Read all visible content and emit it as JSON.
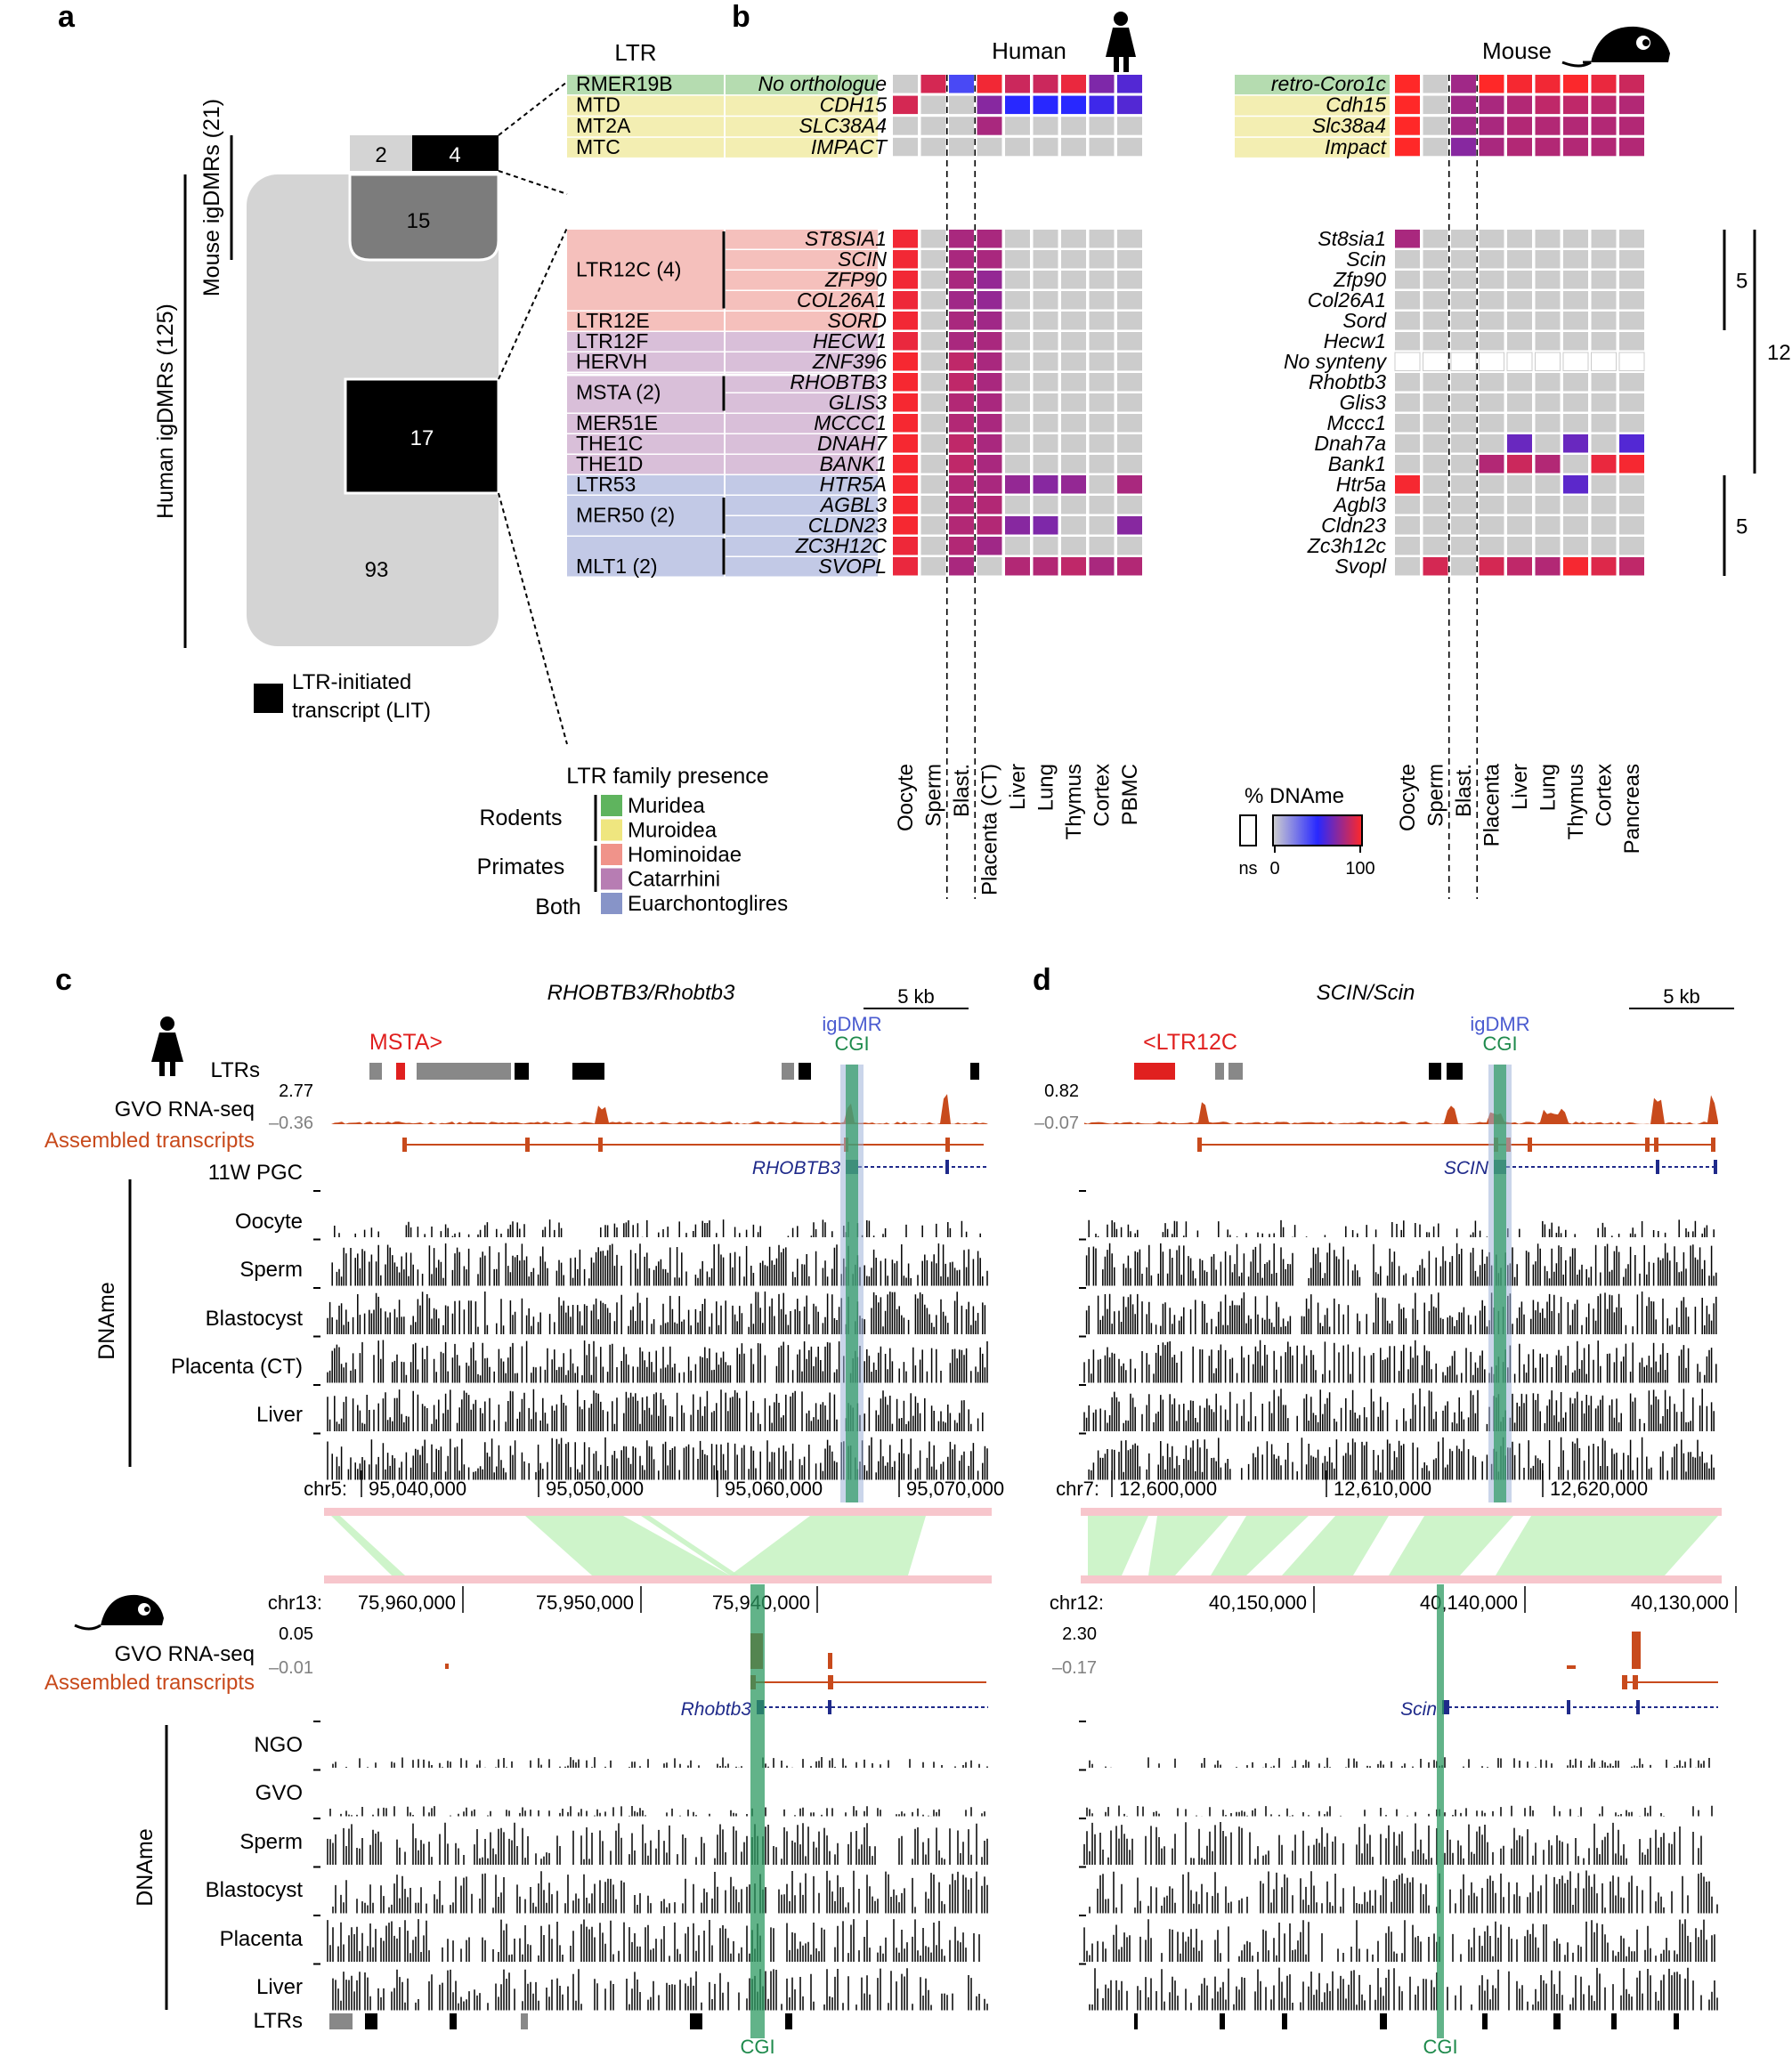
{
  "panel_labels": {
    "a": "a",
    "b": "b",
    "c": "c",
    "d": "d"
  },
  "panel_a": {
    "human_label": "Human igDMRs (125)",
    "mouse_label": "Mouse igDMRs (21)",
    "counts": {
      "mouse_grey": "2",
      "mouse_lit": "4",
      "shared": "15",
      "shared_lit": "17",
      "human_only": "93"
    },
    "legend_text_1": "LTR-initiated",
    "legend_text_2": "transcript (LIT)"
  },
  "panel_b": {
    "ltr_header": "LTR",
    "human_header": "Human",
    "mouse_header": "Mouse",
    "top_ltrs": [
      "RMER19B",
      "MTD",
      "MT2A",
      "MTC"
    ],
    "top_ltr_colors": [
      "#b5dcb0",
      "#f3eeb2",
      "#f3eeb2",
      "#f3eeb2"
    ],
    "human_top_genes": [
      "No orthologue",
      "CDH15",
      "SLC38A4",
      "IMPACT"
    ],
    "mouse_top_genes": [
      "retro-Coro1c",
      "Cdh15",
      "Slc38a4",
      "Impact"
    ],
    "bottom_ltr_groups": [
      {
        "lines": [
          "LTR12C (4)"
        ],
        "rows": [
          0,
          3
        ],
        "color": "#f5c0bc",
        "text_row": 1.5
      },
      {
        "lines": [
          "LTR12E"
        ],
        "rows": [
          4,
          4
        ],
        "color": "#f5c0bc",
        "text_row": 4
      },
      {
        "lines": [
          "LTR12F"
        ],
        "rows": [
          5,
          5
        ],
        "color": "#d9bfd9",
        "text_row": 5
      },
      {
        "lines": [
          "HERVH"
        ],
        "rows": [
          6,
          6
        ],
        "color": "#d9bfd9",
        "text_row": 6
      },
      {
        "lines": [
          "MSTA (2)"
        ],
        "rows": [
          7,
          8
        ],
        "color": "#d9bfd9",
        "text_row": 7.5
      },
      {
        "lines": [
          "MER51E"
        ],
        "rows": [
          9,
          9
        ],
        "color": "#d9bfd9",
        "text_row": 9
      },
      {
        "lines": [
          "THE1C"
        ],
        "rows": [
          10,
          10
        ],
        "color": "#d9bfd9",
        "text_row": 10
      },
      {
        "lines": [
          "THE1D"
        ],
        "rows": [
          11,
          11
        ],
        "color": "#d9bfd9",
        "text_row": 11
      },
      {
        "lines": [
          "LTR53"
        ],
        "rows": [
          12,
          12
        ],
        "color": "#c2c9e6",
        "text_row": 12
      },
      {
        "lines": [
          "MER50 (2)"
        ],
        "rows": [
          13,
          14
        ],
        "color": "#c2c9e6",
        "text_row": 13.5
      },
      {
        "lines": [
          "MLT1 (2)"
        ],
        "rows": [
          15,
          16
        ],
        "color": "#c2c9e6",
        "text_row": 16
      }
    ],
    "human_bottom_genes": [
      "ST8SIA1",
      "SCIN",
      "ZFP90",
      "COL26A1",
      "SORD",
      "HECW1",
      "ZNF396",
      "RHOBTB3",
      "GLIS3",
      "MCCC1",
      "DNAH7",
      "BANK1",
      "HTR5A",
      "AGBL3",
      "CLDN23",
      "ZC3H12C",
      "SVOPL"
    ],
    "human_bottom_gene_colors": [
      "#f5c0bc",
      "#f5c0bc",
      "#f5c0bc",
      "#f5c0bc",
      "#f5c0bc",
      "#d9bfd9",
      "#d9bfd9",
      "#d9bfd9",
      "#d9bfd9",
      "#d9bfd9",
      "#d9bfd9",
      "#d9bfd9",
      "#c2c9e6",
      "#c2c9e6",
      "#c2c9e6",
      "#c2c9e6",
      "#c2c9e6"
    ],
    "mouse_bottom_genes": [
      "St8sia1",
      "Scin",
      "Zfp90",
      "Col26A1",
      "Sord",
      "Hecw1",
      "No synteny",
      "Rhobtb3",
      "Glis3",
      "Mccc1",
      "Dnah7a",
      "Bank1",
      "Htr5a",
      "Agbl3",
      "Cldn23",
      "Zc3h12c",
      "Svopl"
    ],
    "human_tissues": [
      "Oocyte",
      "Sperm",
      "Blast.",
      "Placenta (CT)",
      "Liver",
      "Lung",
      "Thymus",
      "Cortex",
      "PBMC"
    ],
    "mouse_tissues": [
      "Oocyte",
      "Sperm",
      "Blast.",
      "Placenta",
      "Liver",
      "Lung",
      "Thymus",
      "Cortex",
      "Pancreas"
    ],
    "human_top_dname": [
      [
        null,
        90,
        40,
        97,
        88,
        88,
        95,
        70,
        60
      ],
      [
        90,
        null,
        null,
        72,
        50,
        50,
        50,
        55,
        60
      ],
      [
        null,
        null,
        null,
        80,
        null,
        null,
        null,
        null,
        null
      ],
      [
        null,
        null,
        null,
        null,
        null,
        null,
        null,
        null,
        null
      ]
    ],
    "human_bottom_dname": [
      [
        97,
        null,
        80,
        80,
        null,
        null,
        null,
        null,
        null
      ],
      [
        97,
        null,
        80,
        80,
        null,
        null,
        null,
        null,
        null
      ],
      [
        97,
        null,
        80,
        75,
        null,
        null,
        null,
        null,
        null
      ],
      [
        96,
        null,
        78,
        75,
        null,
        null,
        null,
        null,
        null
      ],
      [
        97,
        null,
        80,
        78,
        null,
        null,
        null,
        null,
        null
      ],
      [
        95,
        null,
        80,
        80,
        null,
        null,
        null,
        null,
        null
      ],
      [
        98,
        null,
        85,
        80,
        null,
        null,
        null,
        null,
        null
      ],
      [
        98,
        null,
        85,
        80,
        null,
        null,
        null,
        null,
        null
      ],
      [
        98,
        null,
        82,
        80,
        null,
        null,
        null,
        null,
        null
      ],
      [
        98,
        null,
        82,
        80,
        null,
        null,
        null,
        null,
        null
      ],
      [
        98,
        null,
        85,
        80,
        null,
        null,
        null,
        null,
        null
      ],
      [
        98,
        null,
        85,
        80,
        null,
        null,
        null,
        null,
        null
      ],
      [
        98,
        null,
        82,
        80,
        75,
        72,
        75,
        null,
        80
      ],
      [
        98,
        null,
        82,
        82,
        null,
        null,
        null,
        null,
        null
      ],
      [
        98,
        null,
        82,
        82,
        72,
        70,
        null,
        null,
        72
      ],
      [
        96,
        null,
        82,
        78,
        null,
        null,
        null,
        null,
        null
      ],
      [
        95,
        null,
        80,
        null,
        82,
        82,
        85,
        80,
        82
      ]
    ],
    "mouse_top_dname": [
      [
        100,
        null,
        78,
        100,
        98,
        97,
        99,
        95,
        88
      ],
      [
        100,
        null,
        78,
        80,
        82,
        85,
        85,
        84,
        82
      ],
      [
        100,
        null,
        78,
        80,
        82,
        82,
        82,
        82,
        82
      ],
      [
        100,
        null,
        72,
        80,
        82,
        82,
        82,
        82,
        82
      ]
    ],
    "mouse_bottom_dname": [
      [
        80,
        null,
        null,
        null,
        null,
        null,
        null,
        null,
        null
      ],
      [
        null,
        null,
        null,
        null,
        null,
        null,
        null,
        null,
        null
      ],
      [
        null,
        null,
        null,
        null,
        null,
        null,
        null,
        null,
        null
      ],
      [
        null,
        null,
        null,
        null,
        null,
        null,
        null,
        null,
        null
      ],
      [
        null,
        null,
        null,
        null,
        null,
        null,
        null,
        null,
        null
      ],
      [
        null,
        null,
        null,
        null,
        null,
        null,
        null,
        null,
        null
      ],
      [
        "ns",
        "ns",
        "ns",
        "ns",
        "ns",
        "ns",
        "ns",
        "ns",
        "ns"
      ],
      [
        null,
        null,
        null,
        null,
        null,
        null,
        null,
        null,
        null
      ],
      [
        null,
        null,
        null,
        null,
        null,
        null,
        null,
        null,
        null
      ],
      [
        null,
        null,
        null,
        null,
        null,
        null,
        null,
        null,
        null
      ],
      [
        null,
        null,
        null,
        null,
        65,
        null,
        65,
        null,
        60
      ],
      [
        null,
        null,
        null,
        82,
        88,
        82,
        null,
        95,
        98
      ],
      [
        98,
        null,
        null,
        null,
        null,
        null,
        62,
        null,
        null
      ],
      [
        null,
        null,
        null,
        null,
        null,
        null,
        null,
        null,
        null
      ],
      [
        null,
        null,
        null,
        null,
        null,
        null,
        null,
        null,
        null
      ],
      [
        null,
        null,
        null,
        null,
        null,
        null,
        null,
        null,
        null
      ],
      [
        null,
        90,
        null,
        90,
        85,
        82,
        98,
        92,
        85
      ]
    ],
    "mouse_brackets": [
      "5",
      "12",
      "5"
    ],
    "legend_family_title": "LTR family presence",
    "legend_groups": [
      "Rodents",
      "Primates",
      "Both"
    ],
    "legend_families": [
      {
        "name": "Muridea",
        "color": "#5fb45e"
      },
      {
        "name": "Muroidea",
        "color": "#efe67f"
      },
      {
        "name": "Hominoidae",
        "color": "#f0938a"
      },
      {
        "name": "Catarrhini",
        "color": "#b77db3"
      },
      {
        "name": "Euarchontoglires",
        "color": "#8794c8"
      }
    ],
    "scale_title": "% DNAme",
    "scale_ns": "ns",
    "scale_min": "0",
    "scale_max": "100"
  },
  "panel_c": {
    "title": "RHOBTB3/Rhobtb3",
    "scalebar": "5 kb",
    "ltr_label": "MSTA>",
    "igdmr": "igDMR",
    "cgi": "CGI",
    "human_tracks_label": "LTRs",
    "rnaseq_label": "GVO RNA-seq",
    "rnaseq_max": "2.77",
    "rnaseq_min": "–0.36",
    "assembled_label": "Assembled transcripts",
    "gene_label": "RHOBTB3",
    "dname_label": "DNAme",
    "human_dname_tracks": [
      "11W PGC",
      "Oocyte",
      "Sperm",
      "Blastocyst",
      "Placenta (CT)",
      "Liver"
    ],
    "human_chr": "chr5:",
    "human_coords": [
      "95,040,000",
      "95,050,000",
      "95,060,000",
      "95,070,000"
    ],
    "mouse_chr": "chr13:",
    "mouse_coords": [
      "75,960,000",
      "75,950,000",
      "75,940,000"
    ],
    "mouse_rnaseq_label": "GVO RNA-seq",
    "mouse_rnaseq_max": "0.05",
    "mouse_rnaseq_min": "–0.01",
    "mouse_assembled_label": "Assembled transcripts",
    "mouse_gene_label": "Rhobtb3",
    "mouse_dname_tracks": [
      "NGO",
      "GVO",
      "Sperm",
      "Blastocyst",
      "Placenta",
      "Liver"
    ],
    "mouse_ltrs_label": "LTRs",
    "bottom_cgi": "CGI"
  },
  "panel_d": {
    "title": "SCIN/Scin",
    "scalebar": "5 kb",
    "ltr_label": "<LTR12C",
    "igdmr": "igDMR",
    "cgi": "CGI",
    "rnaseq_max": "0.82",
    "rnaseq_min": "–0.07",
    "gene_label": "SCIN",
    "human_chr": "chr7:",
    "human_coords": [
      "12,600,000",
      "12,610,000",
      "12,620,000"
    ],
    "mouse_chr": "chr12:",
    "mouse_coords": [
      "40,150,000",
      "40,140,000",
      "40,130,000"
    ],
    "mouse_rnaseq_max": "2.30",
    "mouse_rnaseq_min": "–0.17",
    "mouse_gene_label": "Scin",
    "bottom_cgi": "CGI"
  }
}
